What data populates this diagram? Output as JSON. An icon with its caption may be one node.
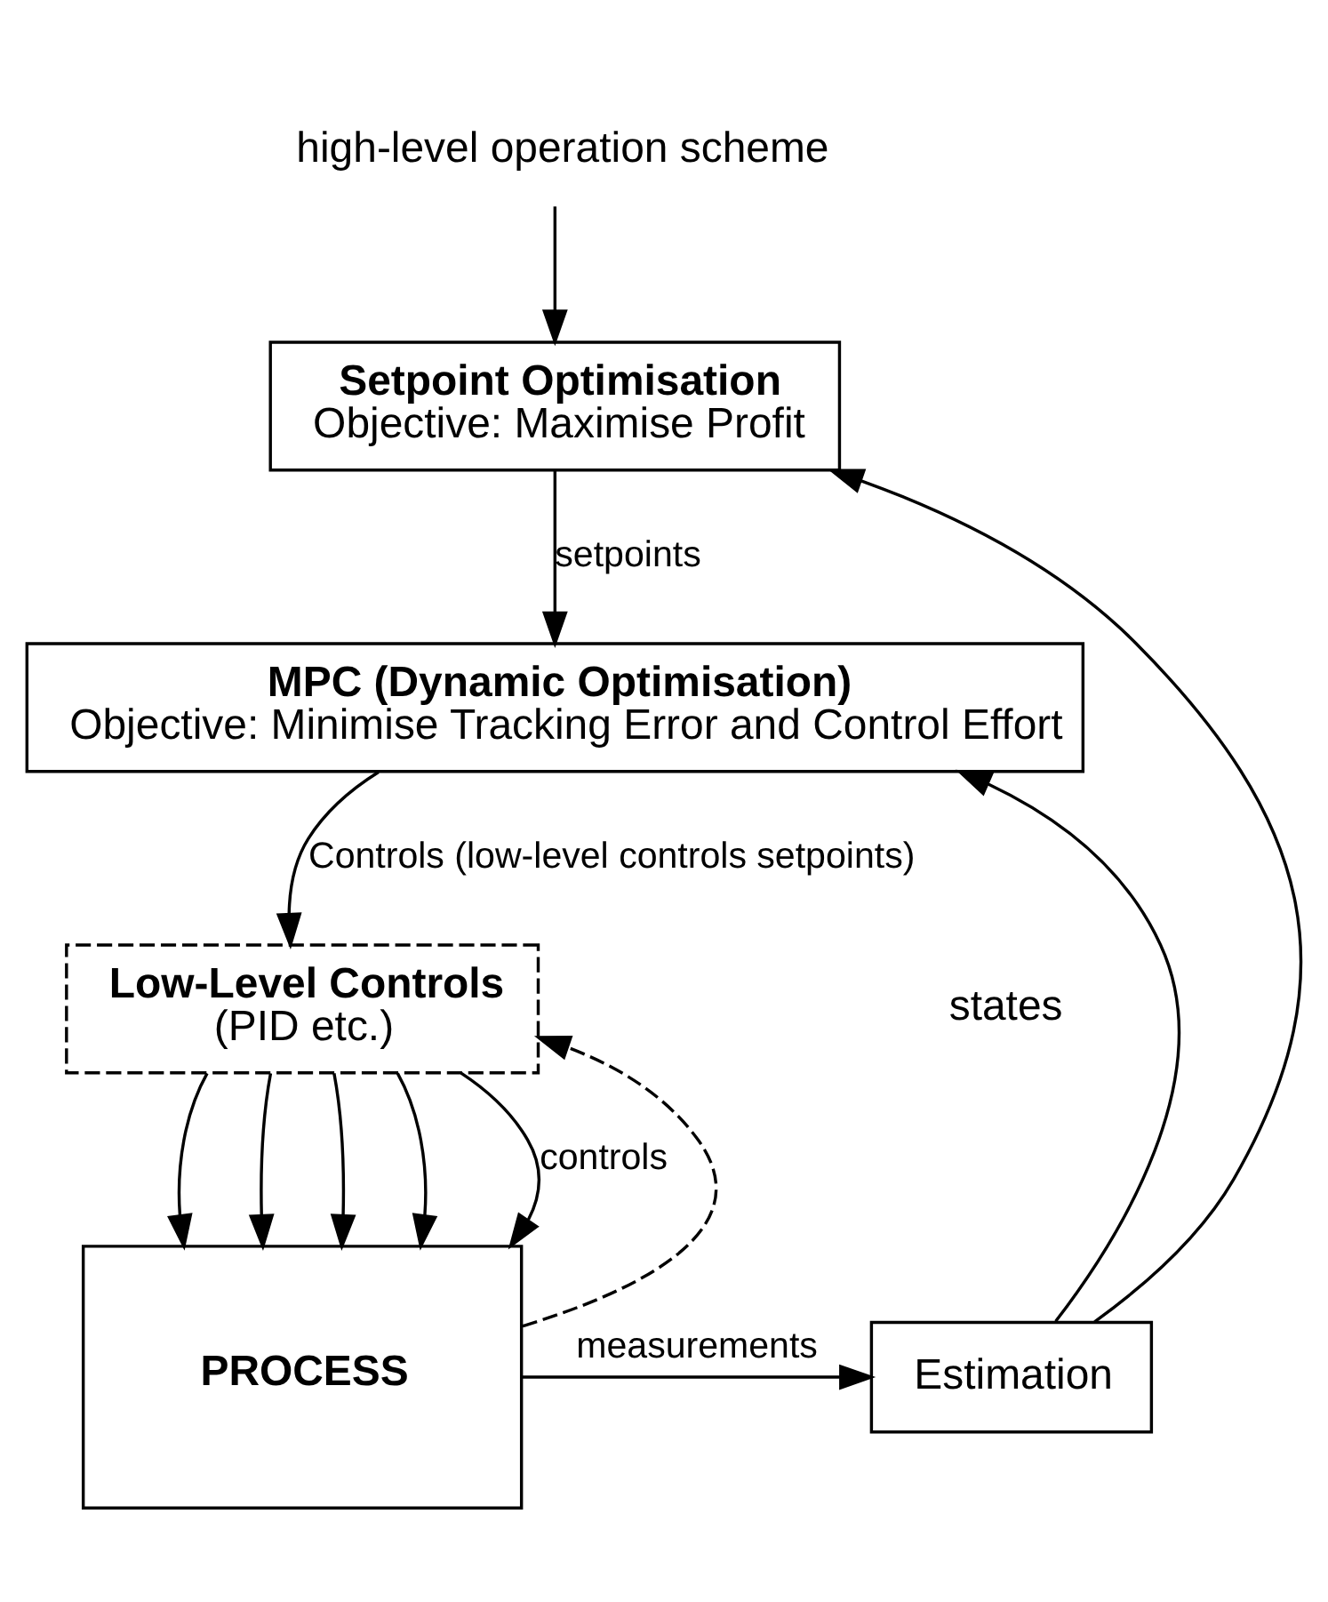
{
  "diagram": {
    "nodes": [
      {
        "text": [
          "high-level operation scheme"
        ]
      },
      {
        "text": [
          "Setpoint Optimisation",
          "Objective: Maximise Profit"
        ]
      },
      {
        "text": [
          "MPC (Dynamic Optimisation)",
          "Objective: Minimise Tracking Error and Control Effort"
        ]
      },
      {
        "text": [
          "**Low-Level Controls** (PID etc.)"
        ]
      },
      {
        "text": [
          "PROCESS"
        ]
      },
      {
        "text": [
          "Estimation"
        ]
      }
    ],
    "edges": [
      {
        "from": 0,
        "to": 1,
        "arrow": "to"
      },
      {
        "from": 1,
        "to": 2,
        "arrow": "to",
        "label": "setpoints"
      },
      {
        "from": 2,
        "to": 3,
        "arrow": "to",
        "label": "Controls (low-level controls setpoints)"
      },
      {
        "from": 3,
        "to": 4,
        "arrow": "to"
      },
      {
        "from": 3,
        "to": 4,
        "arrow": "to"
      },
      {
        "from": 3,
        "to": 4,
        "arrow": "to"
      },
      {
        "from": 3,
        "to": 4,
        "arrow": "to"
      },
      {
        "from": 3,
        "to": 4,
        "arrow": "to",
        "label": "controls"
      },
      {
        "from": 4,
        "to": 5,
        "arrow": "to",
        "label": "measurements"
      },
      {
        "from": 4,
        "to": 3,
        "arrow": "to",
        "style": "dashed"
      },
      {
        "from": 5,
        "to": 1,
        "arrow": "to"
      },
      {
        "from": 5,
        "to": 2,
        "arrow": "to"
      }
    ],
    "labels": [
      "states"
    ]
  }
}
